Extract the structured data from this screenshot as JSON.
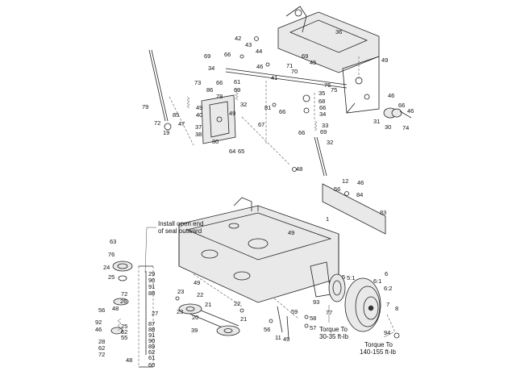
{
  "notes": {
    "seal_1": "Install open end",
    "seal_2": "of seal outward",
    "torque_a_1": "Torque To",
    "torque_a_2": "30-35 ft-lb",
    "torque_b_1": "Torque To",
    "torque_b_2": "140-155 ft-lb"
  },
  "callouts": {
    "c36": "36",
    "c42": "42",
    "c43": "43",
    "c44": "44",
    "c46a": "46",
    "c69a": "69",
    "c66a": "66",
    "c34a": "34",
    "c71": "71",
    "c70": "70",
    "c45": "45",
    "c69b": "69",
    "c49a": "49",
    "c73": "73",
    "c86": "86",
    "c66b": "66",
    "c61": "61",
    "c69c": "69",
    "c41": "41",
    "c76": "76",
    "c75": "75",
    "c49b": "49",
    "c40": "40",
    "c78": "78",
    "c32a": "32",
    "c49c": "49",
    "c79": "79",
    "c85": "85",
    "c72a": "72",
    "c47": "47",
    "c19": "19",
    "c37": "37",
    "c38": "38",
    "c80": "80",
    "c64": "64",
    "c65": "65",
    "c67": "67",
    "c81": "81",
    "c66c": "66",
    "c35": "35",
    "c68": "68",
    "c66d": "66",
    "c34b": "34",
    "c33": "33",
    "c66e": "66",
    "c69d": "69",
    "c32b": "32",
    "c46b": "46",
    "c31": "31",
    "c30": "30",
    "c66f": "66",
    "c46c": "46",
    "c74": "74",
    "c48a": "48",
    "c12": "12",
    "c46d": "46",
    "c56a": "56",
    "c84": "84",
    "c83": "83",
    "c1": "1",
    "c49d": "49",
    "c63": "63",
    "c76b": "76",
    "c24": "24",
    "c25a": "25",
    "c29": "29",
    "c90a": "90",
    "c91a": "91",
    "c88a": "88",
    "c72b": "72",
    "c26": "26",
    "c27": "27",
    "c56b": "56",
    "c48b": "48",
    "c92": "92",
    "c46e": "46",
    "c25b": "25",
    "c62a": "62",
    "c55": "55",
    "c28": "28",
    "c62b": "62",
    "c72c": "72",
    "c87": "87",
    "c88b": "88",
    "c91b": "91",
    "c90b": "90",
    "c89": "89",
    "c62c": "62",
    "c61b": "61",
    "c60": "60",
    "c48c": "48",
    "c49e": "49",
    "c23a": "23",
    "c22": "22",
    "c21a": "21",
    "c20": "20",
    "c23b": "23",
    "c21b": "21",
    "c39": "39",
    "c22b": "22",
    "c59": "59",
    "c56c": "56",
    "c11": "11",
    "c49f": "49",
    "c58": "58",
    "c57": "57",
    "c5": "5",
    "c51": "5:1",
    "c93": "93",
    "c77": "77",
    "c6": "6",
    "c61r": "6:1",
    "c62r": "6:2",
    "c7": "7",
    "c8": "8",
    "c94": "94"
  }
}
